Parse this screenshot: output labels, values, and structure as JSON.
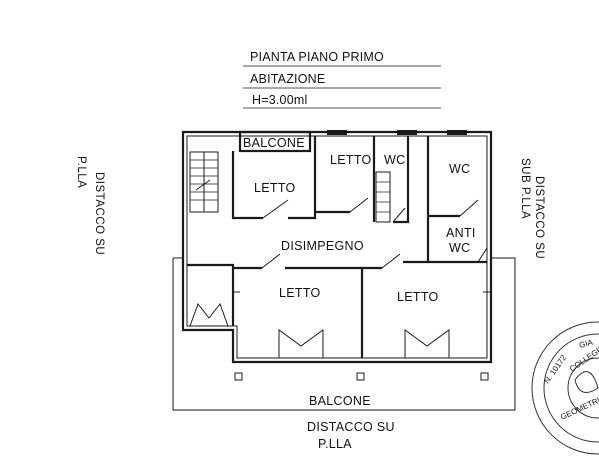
{
  "header": {
    "title": "PIANTA PIANO PRIMO",
    "subtitle": "ABITAZIONE",
    "height": "H=3.00ml"
  },
  "rooms": {
    "balcone_top": "BALCONE",
    "letto_1": "LETTO",
    "letto_2": "LETTO",
    "wc_1": "WC",
    "wc_2": "WC",
    "anti": "ANTI",
    "anti_wc": "WC",
    "disimpegno": "DISIMPEGNO",
    "letto_3": "LETTO",
    "letto_4": "LETTO",
    "balcone_bottom": "BALCONE"
  },
  "surroundings": {
    "left_1": "DISTACCO SU",
    "left_2": "P.LLA",
    "right_1": "DISTACCO SU",
    "right_2": "SUB P.LLA",
    "bottom_1": "DISTACCO SU",
    "bottom_2": "P.LLA"
  },
  "stamp": {
    "number": "N. 10172",
    "text_1": "COLLEGIO",
    "text_2": "GEOMETRI",
    "text_3": "GIA"
  }
}
